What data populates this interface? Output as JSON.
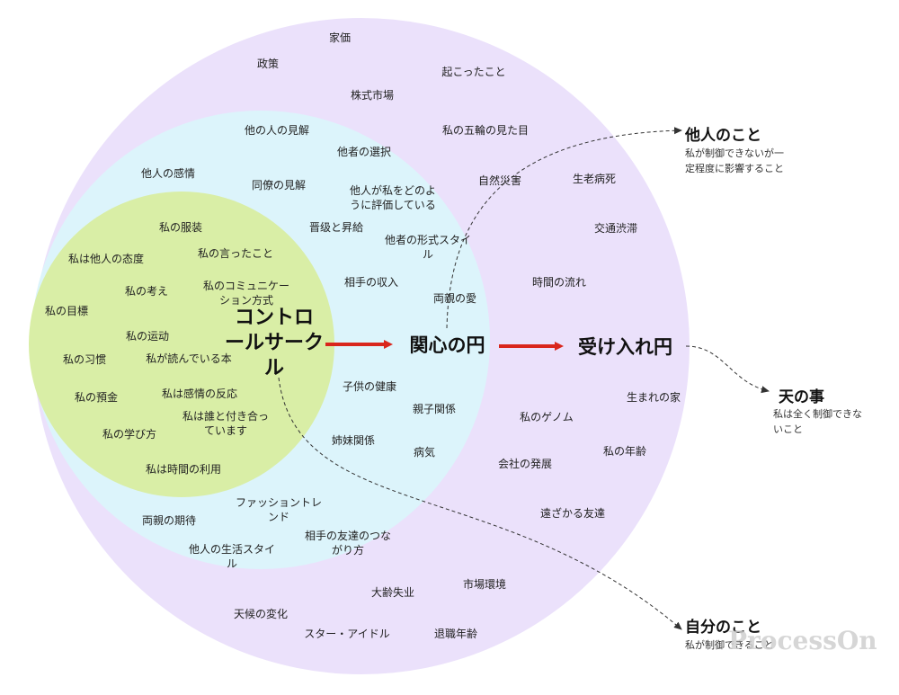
{
  "colors": {
    "outer": "#ebe1fb",
    "middle": "#dcf4fb",
    "inner": "#d9eea6",
    "arrow": "#d9261c",
    "dash": "#333333"
  },
  "circles": {
    "control": "コントロ\nールサーク\nル",
    "concern": "関心の円",
    "accept": "受け入れ円"
  },
  "inner_items": [
    "私の服装",
    "私の言ったこと",
    "私は他人の态度",
    "私の考え",
    "私のコミュニケー\nション方式",
    "私の目標",
    "私の运动",
    "私の习惯",
    "私が読んでいる本",
    "私の預金",
    "私は感情の反応",
    "私は誰と付き合っ\nています",
    "私の学び方",
    "私は時間の利用"
  ],
  "middle_items": [
    "他の人の見解",
    "他者の選択",
    "他人の感情",
    "同僚の見解",
    "他人が私をどのよ\nうに評価している",
    "晋级と昇給",
    "他者の形式スタイ\nル",
    "相手の収入",
    "両親の愛",
    "子供の健康",
    "親子関係",
    "姉妹関係",
    "病気",
    "ファッショントレ\nンド",
    "両親の期待",
    "相手の友達のつな\nがり方",
    "他人の生活スタイ\nル"
  ],
  "outer_items": [
    "家価",
    "政策",
    "起こったこと",
    "株式市場",
    "私の五輪の見た目",
    "自然災害",
    "生老病死",
    "交通渋滞",
    "時間の流れ",
    "生まれの家",
    "私のゲノム",
    "私の年齢",
    "会社の発展",
    "遠ざかる友達",
    "大齢失业",
    "市場環境",
    "天候の変化",
    "スター・アイドル",
    "退職年齢"
  ],
  "annotations": {
    "others_title": "他人のこと",
    "others_desc": "私が制御できないが一\n定程度に影響すること",
    "heaven_title": "天の事",
    "heaven_desc": "私は全く制御できな\nいこと",
    "self_title": "自分のこと",
    "self_desc": "私が制御できること"
  },
  "watermark": "ProcessOn"
}
